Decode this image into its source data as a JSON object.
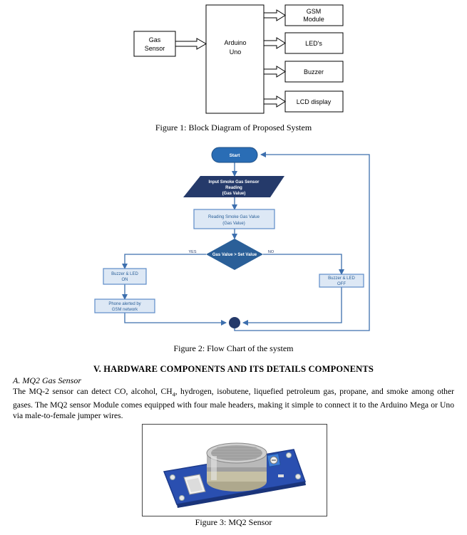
{
  "figure1": {
    "input": {
      "line1": "Gas",
      "line2": "Sensor"
    },
    "controller": {
      "line1": "Arduino",
      "line2": "Uno"
    },
    "outputs": [
      {
        "line1": "GSM",
        "line2": "Module"
      },
      {
        "line1": "LED's",
        "line2": ""
      },
      {
        "line1": "Buzzer",
        "line2": ""
      },
      {
        "line1": "LCD display",
        "line2": ""
      }
    ],
    "caption": "Figure 1: Block Diagram of Proposed System"
  },
  "figure2": {
    "start": "Start",
    "input": {
      "line1": "Input Smoke Gas Sensor",
      "line2": "Reading",
      "line3": "(Gas Value)"
    },
    "process": {
      "line1": "Reading Smoke Gas Value",
      "line2": "(Gas Value)"
    },
    "decision": "Gas Value > Set Value",
    "yes": "YES",
    "no": "NO",
    "yes_action": {
      "line1": "Buzzer & LED",
      "line2": "ON"
    },
    "no_action": {
      "line1": "Buzzer & LED",
      "line2": "OFF"
    },
    "alert": {
      "line1": "Phone alerted by",
      "line2": "GSM network"
    },
    "caption": "Figure 2: Flow Chart of the system",
    "colors": {
      "terminal": "#2a6db5",
      "input": "#253a6a",
      "process_fill": "#dde8f5",
      "process_border": "#5d8cc7",
      "decision": "#2a5f98",
      "arrow": "#3d6fae"
    }
  },
  "section": {
    "heading": "V.    HARDWARE COMPONENTS AND ITS DETAILS COMPONENTS",
    "subheading": "A.    MQ2 Gas Sensor",
    "para_a": "The MQ-2 sensor can detect CO, alcohol, CH",
    "para_sub": "4",
    "para_b": ", hydrogen, isobutene, liquefied petroleum gas, propane, and smoke among other gases. The MQ2 sensor Module comes equipped with four male headers, making it simple to connect it to the Arduino Mega or Uno via male-to-female jumper wires."
  },
  "figure3": {
    "caption": "Figure 3: MQ2 Sensor"
  }
}
